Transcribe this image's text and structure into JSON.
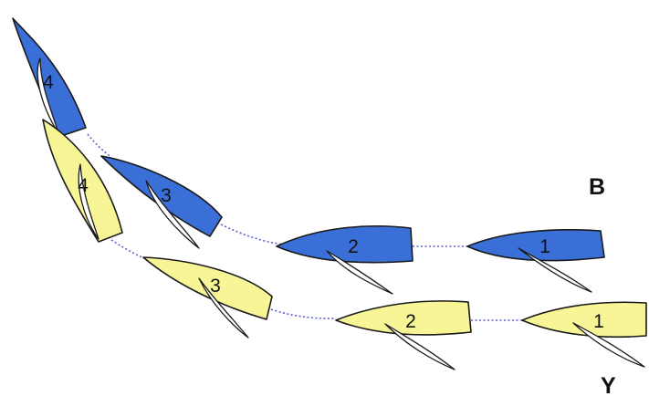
{
  "colors": {
    "blue_boat": "#3a6fd8",
    "yellow_boat": "#f7f596",
    "track": "#5a5fd0",
    "outline": "#1a1a1a"
  },
  "fleets": [
    {
      "label": "B",
      "color": "#3a6fd8",
      "boats": [
        "1",
        "2",
        "3",
        "4"
      ]
    },
    {
      "label": "Y",
      "color": "#f7f596",
      "boats": [
        "1",
        "2",
        "3",
        "4"
      ]
    }
  ]
}
